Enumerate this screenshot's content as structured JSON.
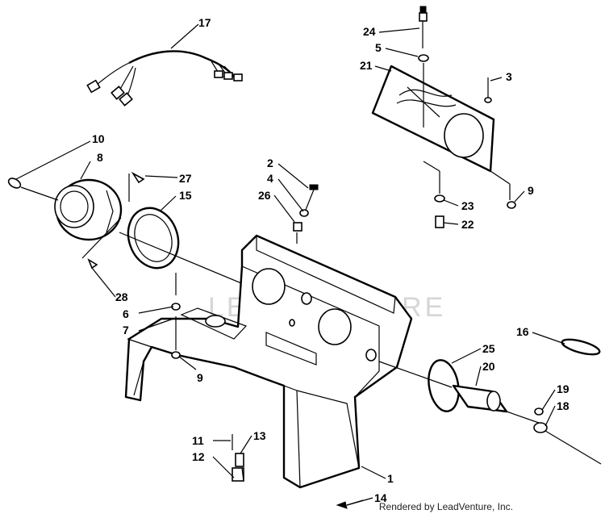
{
  "callouts": [
    {
      "id": "c17",
      "label": "17"
    },
    {
      "id": "c24",
      "label": "24"
    },
    {
      "id": "c5",
      "label": "5"
    },
    {
      "id": "c21",
      "label": "21"
    },
    {
      "id": "c3",
      "label": "3"
    },
    {
      "id": "c10",
      "label": "10"
    },
    {
      "id": "c8",
      "label": "8"
    },
    {
      "id": "c27",
      "label": "27"
    },
    {
      "id": "c15",
      "label": "15"
    },
    {
      "id": "c2",
      "label": "2"
    },
    {
      "id": "c4",
      "label": "4"
    },
    {
      "id": "c26",
      "label": "26"
    },
    {
      "id": "c9a",
      "label": "9"
    },
    {
      "id": "c23",
      "label": "23"
    },
    {
      "id": "c22",
      "label": "22"
    },
    {
      "id": "c28",
      "label": "28"
    },
    {
      "id": "c6",
      "label": "6"
    },
    {
      "id": "c7",
      "label": "7"
    },
    {
      "id": "c9b",
      "label": "9"
    },
    {
      "id": "c16",
      "label": "16"
    },
    {
      "id": "c25",
      "label": "25"
    },
    {
      "id": "c20",
      "label": "20"
    },
    {
      "id": "c19",
      "label": "19"
    },
    {
      "id": "c18",
      "label": "18"
    },
    {
      "id": "c11",
      "label": "11"
    },
    {
      "id": "c13",
      "label": "13"
    },
    {
      "id": "c12",
      "label": "12"
    },
    {
      "id": "c1",
      "label": "1"
    },
    {
      "id": "c14",
      "label": "14"
    }
  ],
  "watermark": "LEADVENTURE",
  "credit": "Rendered by LeadVenture, Inc."
}
